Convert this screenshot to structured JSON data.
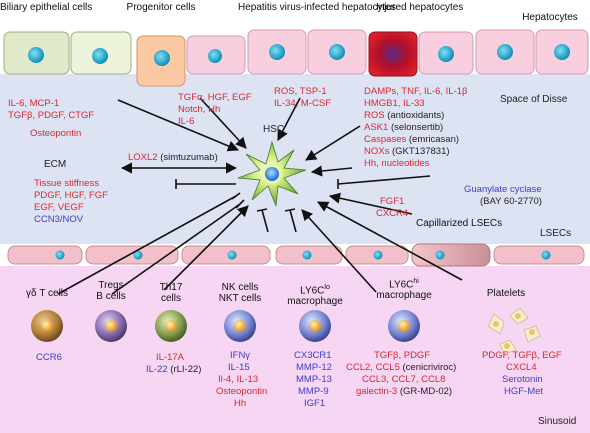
{
  "colors": {
    "disse_bg": "#dde3f3",
    "sinusoid_bg": "#f6d6f2",
    "hep_pink": "#f9cfe0",
    "biliary_green": "#dfeacb",
    "progenitor_orange": "#fbc9a4",
    "injured_red": "#d8101c",
    "nucleus": "#1fa0c8",
    "label_red": "#d9282f",
    "label_blue": "#3b3fc4"
  },
  "top_headers": {
    "biliary": "Biliary epithelial cells",
    "progenitor": "Progenitor cells",
    "hepatitis": "Hepatitis virus-infected hepatocytes",
    "injured": "Injured hepatocytes",
    "hepatocytes": "Hepatocytes"
  },
  "region_labels": {
    "space_of_disse": "Space of Disse",
    "sinusoid": "Sinusoid",
    "hsc": "HSC",
    "ecm": "ECM",
    "capillarized_lsecs": "Capillarized LSECs",
    "lsecs": "LSECs"
  },
  "factors": {
    "biliary_1": "IL-6, MCP-1",
    "biliary_2": "TGFβ, PDGF, CTGF",
    "biliary_3": "Osteopontin",
    "progenitor_1": "TGFα, HGF, EGF",
    "progenitor_2": "Notch, Hh",
    "progenitor_3": "IL-6",
    "hepatitis_1": "ROS, TSP-1",
    "hepatitis_2": "IL-34, M-CSF",
    "injured_1": "DAMPs, TNF, IL-6, IL-1β",
    "injured_2": "HMGB1, IL-33",
    "injured_3a": "ROS",
    "injured_3b": "(antioxidants)",
    "injured_4a": "ASK1",
    "injured_4b": "(selonsertib)",
    "injured_5a": "Caspases",
    "injured_5b": "(emricasan)",
    "injured_6a": "NOXs",
    "injured_6b": "(GKT137831)",
    "injured_7": "Hh, nucleotides",
    "loxl2_a": "LOXL2",
    "loxl2_b": "(simtuzumab)",
    "ecm_1": "Tissue stiffness",
    "ecm_2": "PDGF, HGF, FGF",
    "ecm_3": "EGF, VEGF",
    "ecm_4": "CCN3/NOV",
    "guanylate_1": "Guanylate cyclase",
    "guanylate_2": "(BAY 60-2770)",
    "fgf1": "FGF1",
    "cxcr4": "CXCR4"
  },
  "immune_cells": [
    {
      "name": "γδ T cells",
      "lines": [
        {
          "t": "CCR6",
          "c": "blue"
        }
      ]
    },
    {
      "name": "Tregs B cells",
      "lines": []
    },
    {
      "name": "Th17 cells",
      "lines": [
        {
          "t": "IL-17A",
          "c": "red"
        },
        {
          "t": "IL-22",
          "c": "blue",
          "s": "(rLI-22)"
        }
      ]
    },
    {
      "name": "NK cells NKT cells",
      "lines": [
        {
          "t": "IFNγ",
          "c": "blue"
        },
        {
          "t": "IL-15",
          "c": "blue"
        },
        {
          "t": "Il-4, IL-13",
          "c": "red"
        },
        {
          "t": "Osteopontin",
          "c": "red"
        },
        {
          "t": "Hh",
          "c": "red"
        }
      ]
    },
    {
      "name": "LY6Clo macrophage",
      "lines": [
        {
          "t": "CX3CR1",
          "c": "blue"
        },
        {
          "t": "MMP-12",
          "c": "blue"
        },
        {
          "t": "MMP-13",
          "c": "blue"
        },
        {
          "t": "MMP-9",
          "c": "blue"
        },
        {
          "t": "IGF1",
          "c": "blue"
        }
      ]
    },
    {
      "name": "LY6Chi macrophage",
      "lines": [
        {
          "t": "TGFβ, PDGF",
          "c": "red"
        },
        {
          "t": "CCL2, CCL5",
          "c": "red",
          "s": "(cenicriviroc)"
        },
        {
          "t": "CCL3, CCL7, CCL8",
          "c": "red"
        },
        {
          "t": "galectin-3",
          "c": "red",
          "s": "(GR-MD-02)"
        }
      ]
    },
    {
      "name": "Platelets",
      "lines": [
        {
          "t": "PDGF, TGFβ, EGF",
          "c": "red"
        },
        {
          "t": "CXCL4",
          "c": "red"
        },
        {
          "t": "Serotonin",
          "c": "blue"
        },
        {
          "t": "HGF-Met",
          "c": "blue"
        }
      ]
    }
  ],
  "immune_names": {
    "gd_t": "γδ T cells",
    "tregs_1": "Tregs",
    "tregs_2": "B cells",
    "th17_1": "Th17",
    "th17_2": "cells",
    "nk_1": "NK cells",
    "nk_2": "NKT cells",
    "ly6clo_1": "LY6C",
    "ly6clo_sup": "lo",
    "ly6clo_2": "macrophage",
    "ly6chi_1": "LY6C",
    "ly6chi_sup": "hi",
    "ly6chi_2": "macrophage",
    "platelets": "Platelets"
  },
  "immune_text": {
    "ccr6": "CCR6",
    "il17a": "IL-17A",
    "il22": "IL-22",
    "il22_drug": "(rLI-22)",
    "ifng": "IFNγ",
    "il15": "IL-15",
    "il4": "Il-4, IL-13",
    "opn": "Osteopontin",
    "hh": "Hh",
    "cx3cr1": "CX3CR1",
    "mmp12": "MMP-12",
    "mmp13": "MMP-13",
    "mmp9": "MMP-9",
    "igf1": "IGF1",
    "tgfb_pdgf": "TGFβ, PDGF",
    "ccl2": "CCL2, CCL5",
    "ccl2_drug": "(cenicriviroc)",
    "ccl3": "CCL3, CCL7, CCL8",
    "gal3": "galectin-3",
    "gal3_drug": "(GR-MD-02)",
    "pl_1": "PDGF, TGFβ, EGF",
    "pl_2": "CXCL4",
    "pl_3": "Serotonin",
    "pl_4": "HGF-Met"
  }
}
